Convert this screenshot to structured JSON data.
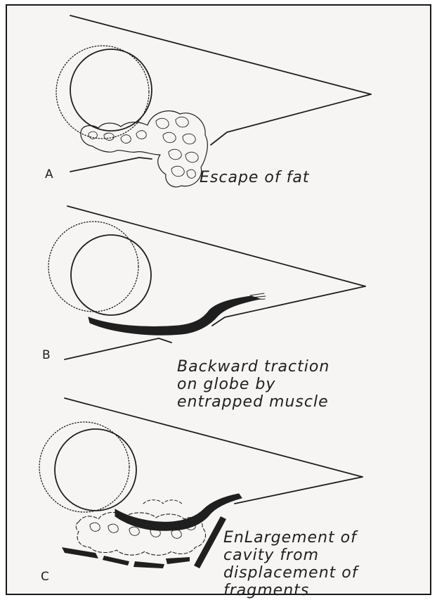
{
  "colors": {
    "ink": "#1f1f1f",
    "paper": "#f6f5f3",
    "border": "#1a1a1a"
  },
  "panels": [
    {
      "letter": "A",
      "caption": "Escape of fat"
    },
    {
      "letter": "B",
      "caption": "Backward traction\non globe by\nentrapped muscle"
    },
    {
      "letter": "C",
      "caption": "EnLargement of\ncavity from\ndisplacement of\nfragments"
    }
  ]
}
